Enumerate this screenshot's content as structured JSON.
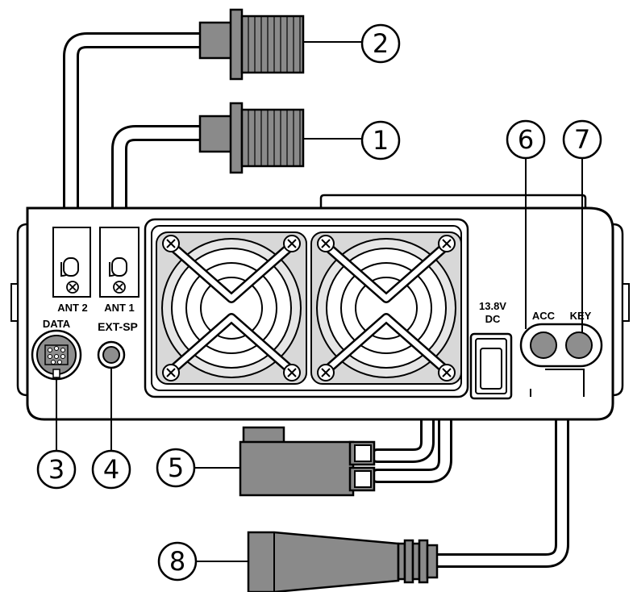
{
  "labels": {
    "ant2": "ANT 2",
    "ant1": "ANT 1",
    "data": "DATA",
    "ext_sp": "EXT-SP",
    "power_voltage": "13.8V",
    "power_type": "DC",
    "acc": "ACC",
    "key": "KEY"
  },
  "callouts": {
    "c1": "1",
    "c2": "2",
    "c3": "3",
    "c4": "4",
    "c5": "5",
    "c6": "6",
    "c7": "7",
    "c8": "8"
  },
  "colors": {
    "stroke": "#000000",
    "connector_gray": "#8a8a8a",
    "port_gray": "#8e8e8e",
    "fan_background": "#d8d8d8",
    "panel": "#ffffff"
  }
}
